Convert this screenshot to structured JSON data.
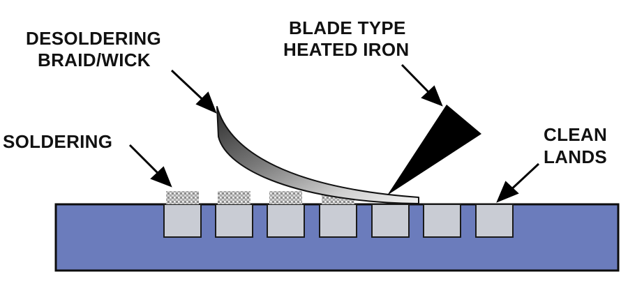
{
  "labels": {
    "desoldering_line1": "DESOLDERING",
    "desoldering_line2": "BRAID/WICK",
    "iron_line1": "BLADE TYPE",
    "iron_line2": "HEATED IRON",
    "soldering": "SOLDERING",
    "clean_line1": "CLEAN",
    "clean_line2": "LANDS"
  },
  "colors": {
    "board": "#6b7cbc",
    "board_outline": "#0d0d0d",
    "land": "#c9ccd4",
    "text": "#111111",
    "solder_dark": "#8a8a8a",
    "solder_light": "#d0d0d0"
  },
  "counts": {
    "lands": 7,
    "soldered_lands": 4
  }
}
